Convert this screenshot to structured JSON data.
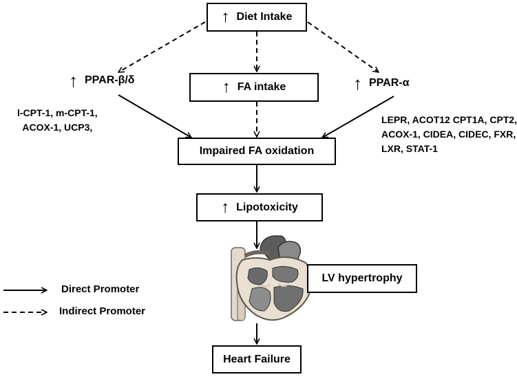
{
  "arrow_glyph": "↑",
  "nodes": {
    "diet_intake": "Diet Intake",
    "ppar_bd": "PPAR-β/δ",
    "fa_intake": "FA intake",
    "ppar_a": "PPAR-α",
    "impaired_fa": "Impaired FA oxidation",
    "lipotoxicity": "Lipotoxicity",
    "lv_hypertrophy": "LV hypertrophy",
    "heart_failure": "Heart Failure"
  },
  "genes_left": [
    "l-CPT-1, m-CPT-1,",
    "ACOX-1, UCP3,"
  ],
  "genes_right": [
    "LEPR, ACOT12 CPT1A, CPT2,",
    "ACOX-1, CIDEA, CIDEC, FXR,",
    "LXR, STAT-1"
  ],
  "legend": {
    "direct": "Direct Promoter",
    "indirect": "Indirect Promoter"
  }
}
